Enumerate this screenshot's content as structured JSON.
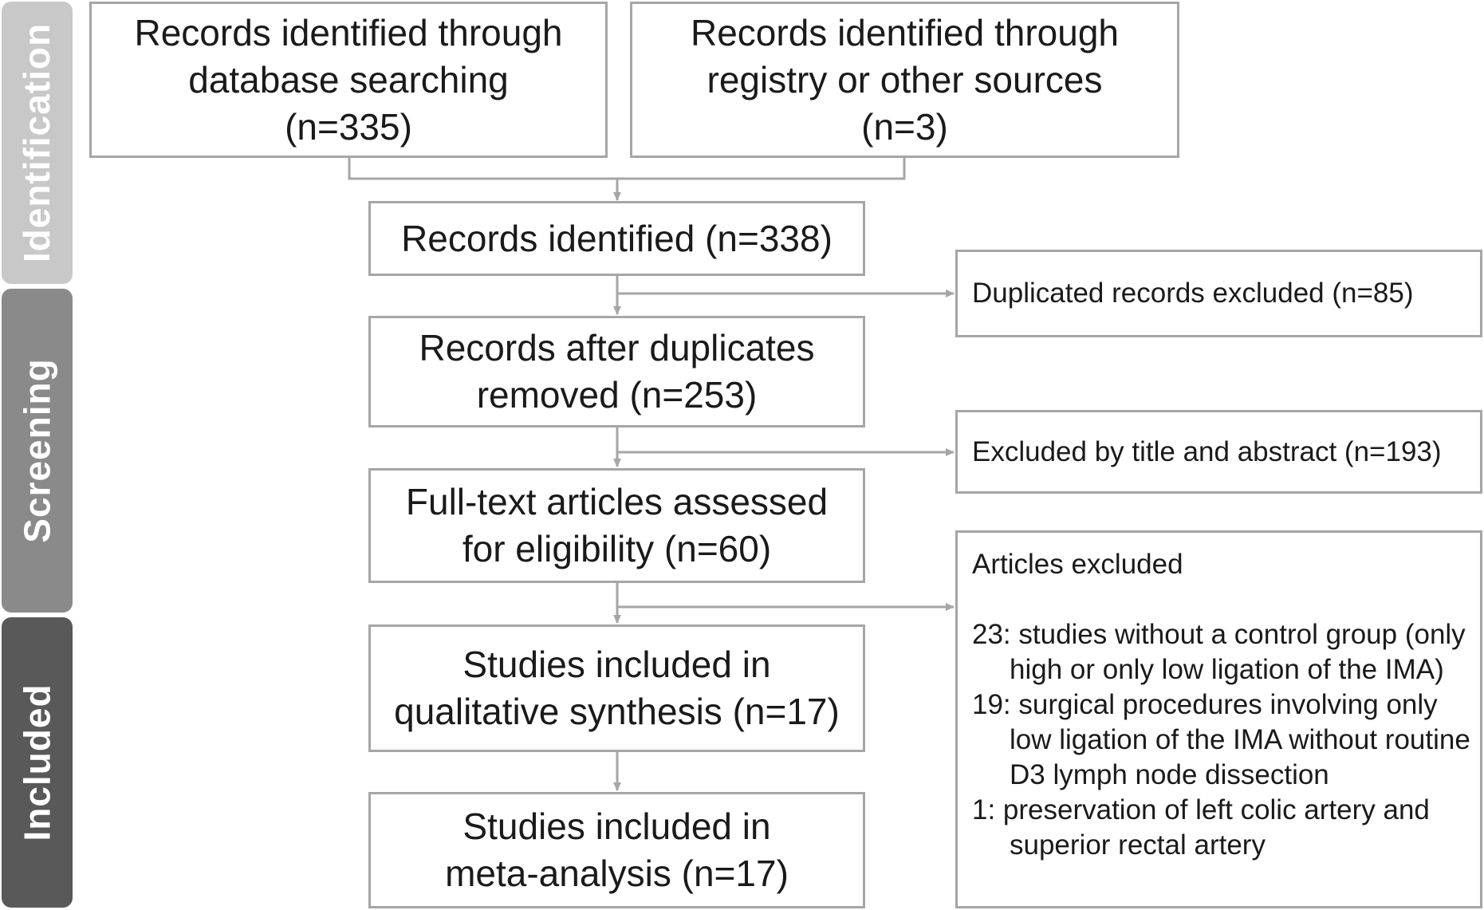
{
  "colors": {
    "stage_identification": "#c8c8c8",
    "stage_screening": "#8a8a8a",
    "stage_included": "#595959",
    "box_border": "#a6a6a6",
    "connector": "#a6a6a6",
    "text": "#1a1a1a"
  },
  "stages": {
    "identification": "Identification",
    "screening": "Screening",
    "included": "Included"
  },
  "boxes": {
    "database": {
      "line1": "Records identified through",
      "line2": "database searching",
      "line3": "(n=335)"
    },
    "registry": {
      "line1": "Records identified through",
      "line2": "registry or other sources",
      "line3": "(n=3)"
    },
    "identified": {
      "line1": "Records identified (n=338)"
    },
    "after_duplicates": {
      "line1": "Records after duplicates",
      "line2": "removed (n=253)"
    },
    "full_text": {
      "line1": "Full-text articles assessed",
      "line2": "for eligibility (n=60)"
    },
    "qualitative": {
      "line1": "Studies included in",
      "line2": "qualitative synthesis (n=17)"
    },
    "meta": {
      "line1": "Studies included in",
      "line2": "meta-analysis (n=17)"
    }
  },
  "exclusions": {
    "duplicates": "Duplicated records excluded (n=85)",
    "title_abstract": "Excluded by title and abstract (n=193)",
    "articles": {
      "title": "Articles excluded",
      "items": [
        "23: studies without a control group (only high or only low ligation of the IMA)",
        "19: surgical procedures involving only low ligation of the IMA without routine D3 lymph node dissection",
        "1: preservation of left colic artery and superior rectal artery"
      ]
    }
  }
}
